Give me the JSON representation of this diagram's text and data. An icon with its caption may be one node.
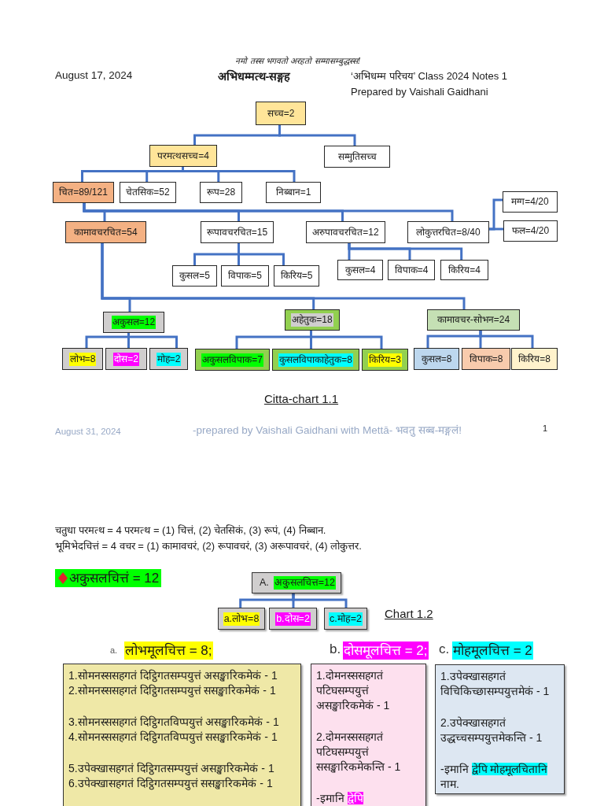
{
  "diagram": {
    "title": "अभिधम्मत्थ-सङ्गह",
    "caption": "Citta-chart 1.1",
    "nodes": [
      {
        "text": [
          "सच्च=2"
        ]
      },
      {
        "text": [
          "परमत्थसच्च=4"
        ]
      },
      {
        "text": [
          "सम्मुतिसच्च"
        ]
      },
      {
        "text": [
          "चित=89/121"
        ]
      },
      {
        "text": [
          "चेतसिक=52"
        ]
      },
      {
        "text": [
          "रूप=28"
        ]
      },
      {
        "text": [
          "निब्बान=1"
        ]
      },
      {
        "text": [
          "कामावचरचित=54"
        ]
      },
      {
        "text": [
          "रूपावचरचित=15"
        ]
      },
      {
        "text": [
          "अरुपावचरचित=12"
        ]
      },
      {
        "text": [
          "लोकुत्तरचित=8/40"
        ]
      },
      {
        "text": [
          "मग्ग=4/20"
        ]
      },
      {
        "text": [
          "फल=4/20"
        ]
      },
      {
        "text": [
          "कुसल=5"
        ]
      },
      {
        "text": [
          "विपाक=5"
        ]
      },
      {
        "text": [
          "किरिय=5"
        ]
      },
      {
        "text": [
          "कुसल=4"
        ]
      },
      {
        "text": [
          "विपाक=4"
        ]
      },
      {
        "text": [
          "किरिय=4"
        ]
      },
      {
        "text": [
          "अकुसल=12"
        ]
      },
      {
        "text": [
          "अहेतुक=18"
        ]
      },
      {
        "text": [
          "कामावचर-सोभन=24"
        ]
      },
      {
        "text": [
          "लोभ=8"
        ]
      },
      {
        "text": [
          "दोस=2"
        ]
      },
      {
        "text": [
          "मोह=2"
        ]
      },
      {
        "text": [
          "अकुसलविपाक=7"
        ]
      },
      {
        "text": [
          "कुसलविपाकाहेतुक=8"
        ]
      },
      {
        "text": [
          "किरिय=3"
        ]
      },
      {
        "text": [
          "कुसल=8"
        ]
      },
      {
        "text": [
          "विपाक=8"
        ]
      },
      {
        "text": [
          "किरिय=8"
        ]
      },
      {
        "text": [
          "A.",
          "अकुसलचित्त=12"
        ]
      },
      {
        "text": [
          "a.लोभ=8"
        ]
      },
      {
        "text": [
          "b.दोस=2"
        ]
      },
      {
        "text": [
          "c.मोह=2"
        ]
      },
      {
        "text": [
          "a.",
          "लोभमूलचित्त = 8;",
          "1.सोमनस्ससहगतं दिट्ठिगतसम्पयुत्तं असङ्खारिकमेकं - 1",
          "2.सोमनस्ससहगतं दिट्ठिगतसम्पयुत्तं ससङ्खारिकमेकं - 1",
          "3.सोमनस्ससहगतं दिट्ठिगतविप्पयुत्तं असङ्खारिकमेकं - 1",
          "4.सोमनस्ससहगतं दिट्ठिगतविप्पयुत्तं ससङ्खारिकमेकं - 1",
          "5.उपेक्खासहगतं दिट्ठिगतसम्पयुत्तं असङ्खारिकमेकं - 1",
          "6.उपेक्खासहगतं दिट्ठिगतसम्पयुत्तं ससङ्खारिकमेकं - 1"
        ]
      },
      {
        "text": [
          "b.",
          "दोसमूलचित्त = 2;",
          "1.दोमनस्ससहगतं पटिघसम्पयुत्तं असङ्खारिकमेकं - 1",
          "2.दोमनस्ससहगतं पटिघसम्पयुत्तं ससङ्खारिकमेकन्ति - 1",
          "-इमानि द्वेपि"
        ]
      },
      {
        "text": [
          "c.",
          "मोहमूलचित्त = 2",
          "1.उपेक्खासहगतं विचिकिच्छासम्पयुत्तमेकं - 1",
          "2.उपेक्खासहगतं उद्धच्चसम्पयुत्तमेकन्ति - 1",
          "-इमानि द्वेपि मोहमूलचितानि नाम."
        ]
      }
    ],
    "edges": [
      {
        "from": 0,
        "to": 1,
        "arrow": "none"
      },
      {
        "from": 0,
        "to": 2,
        "arrow": "none"
      },
      {
        "from": 1,
        "to": 3,
        "arrow": "none"
      },
      {
        "from": 1,
        "to": 4,
        "arrow": "none"
      },
      {
        "from": 1,
        "to": 5,
        "arrow": "none"
      },
      {
        "from": 1,
        "to": 6,
        "arrow": "none"
      },
      {
        "from": 3,
        "to": 7,
        "arrow": "none"
      },
      {
        "from": 3,
        "to": 8,
        "arrow": "none"
      },
      {
        "from": 3,
        "to": 9,
        "arrow": "none"
      },
      {
        "from": 3,
        "to": 10,
        "arrow": "none"
      },
      {
        "from": 10,
        "to": 11,
        "arrow": "none"
      },
      {
        "from": 10,
        "to": 12,
        "arrow": "none"
      },
      {
        "from": 8,
        "to": 13,
        "arrow": "none"
      },
      {
        "from": 8,
        "to": 14,
        "arrow": "none"
      },
      {
        "from": 8,
        "to": 15,
        "arrow": "none"
      },
      {
        "from": 9,
        "to": 16,
        "arrow": "none"
      },
      {
        "from": 9,
        "to": 17,
        "arrow": "none"
      },
      {
        "from": 9,
        "to": 18,
        "arrow": "none"
      },
      {
        "from": 7,
        "to": 19,
        "arrow": "none"
      },
      {
        "from": 7,
        "to": 20,
        "arrow": "none"
      },
      {
        "from": 7,
        "to": 21,
        "arrow": "none"
      },
      {
        "from": 19,
        "to": 22,
        "arrow": "none"
      },
      {
        "from": 19,
        "to": 23,
        "arrow": "none"
      },
      {
        "from": 19,
        "to": 24,
        "arrow": "none"
      },
      {
        "from": 20,
        "to": 25,
        "arrow": "none"
      },
      {
        "from": 20,
        "to": 26,
        "arrow": "none"
      },
      {
        "from": 20,
        "to": 27,
        "arrow": "none"
      },
      {
        "from": 21,
        "to": 28,
        "arrow": "none"
      },
      {
        "from": 21,
        "to": 29,
        "arrow": "none"
      },
      {
        "from": 21,
        "to": 30,
        "arrow": "none"
      },
      {
        "from": 31,
        "to": 32,
        "arrow": "none"
      },
      {
        "from": 31,
        "to": 33,
        "arrow": "none"
      },
      {
        "from": 31,
        "to": 34,
        "arrow": "none"
      }
    ],
    "labels": [
      "नमो तस्स भगवतो अरहतो सम्मासम्बुद्धस्स!",
      "August 17, 2024",
      "‘अभिधम्म परिचय’ Class 2024 Notes 1",
      "Prepared by Vaishali Gaidhani",
      "August 31, 2024",
      "-prepared by Vaishali Gaidhani with Mettā- भवतु सब्ब-मङ्गलं!",
      "1",
      "चतुधा परमत्थ = 4 परमत्थ = (1) चित्तं, (2) चेतसिकं, (3) रूपं, (4) निब्बान.",
      "भूमिभेदचित्तं = 4 वचर = (1) कामावचरं, (2) रूपावचरं, (3) अरूपावचरं, (4) लोकुत्तर.",
      "अकुसलचित्तं = 12",
      "Chart 1.2"
    ]
  }
}
